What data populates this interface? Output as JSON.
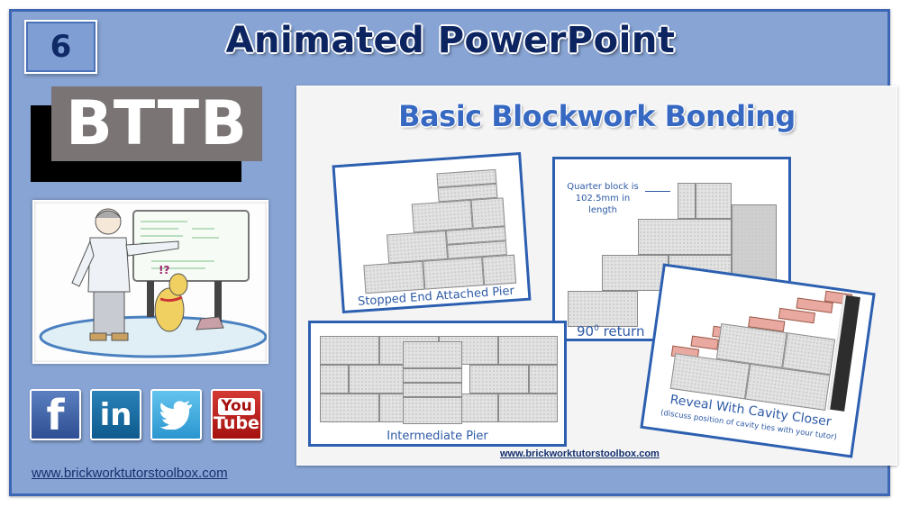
{
  "slide": {
    "number": "6",
    "title": "Animated PowerPoint",
    "logo_text": "BTTB",
    "website_link": "www.brickworktutorstoolbox.com"
  },
  "social": [
    {
      "name": "facebook",
      "label": "f",
      "color": "#3b5998"
    },
    {
      "name": "linkedin",
      "label": "in",
      "color": "#0e76a8"
    },
    {
      "name": "twitter",
      "label": "",
      "color": "#2aa9e0"
    },
    {
      "name": "youtube",
      "label_top": "You",
      "label_bottom": "Tube",
      "color": "#c4302b"
    }
  ],
  "panel": {
    "title": "Basic Blockwork Bonding",
    "link": "www.brickworktutorstoolbox.com",
    "cards": [
      {
        "id": "stopped-end",
        "caption": "Stopped End Attached Pier"
      },
      {
        "id": "return",
        "caption": "90",
        "caption_sup": "0",
        "caption_suffix": " return",
        "annotation": "Quarter block is 102.5mm in length"
      },
      {
        "id": "intermediate",
        "caption": "Intermediate Pier"
      },
      {
        "id": "reveal",
        "caption": "Reveal With Cavity Closer",
        "subcaption": "(discuss position of cavity ties with your tutor)"
      }
    ]
  },
  "colors": {
    "background_blue": "#88a4d4",
    "frame_border": "#3d66b5",
    "title_navy": "#0c2460",
    "panel_title_blue": "#3769c2",
    "card_border": "#2c5fb0"
  }
}
